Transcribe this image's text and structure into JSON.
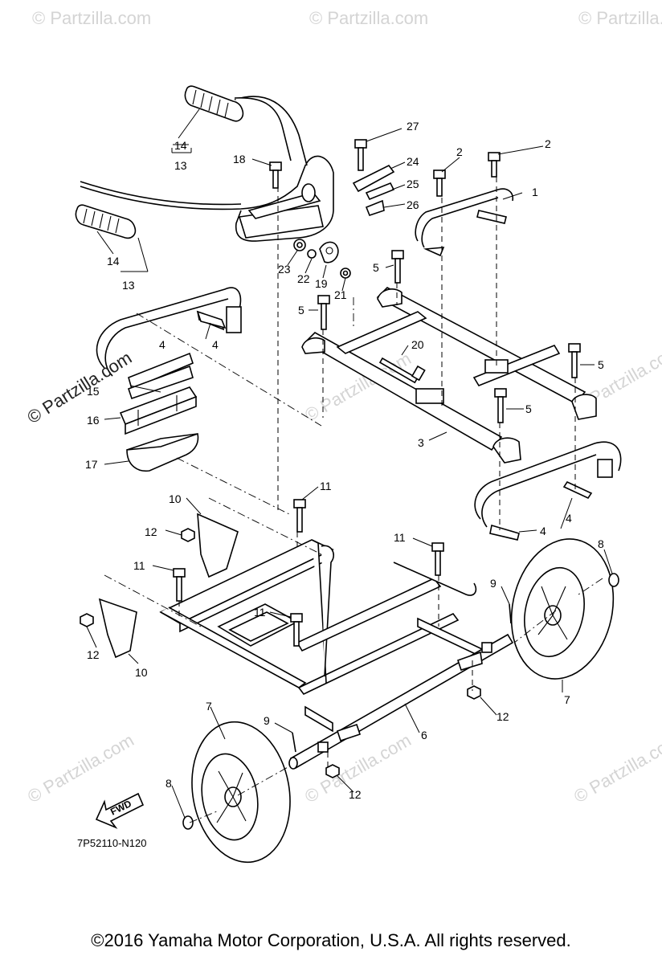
{
  "watermarks": {
    "faint": "© Partzilla.com",
    "overlay": "© Partzilla.com"
  },
  "diagram_code": "7P52110-N120",
  "fwd_label": "FWD",
  "copyright": "©2016  Yamaha Motor Corporation, U.S.A. All rights reserved.",
  "callouts": [
    {
      "id": "c27",
      "text": "27"
    },
    {
      "id": "c2a",
      "text": "2"
    },
    {
      "id": "c2b",
      "text": "2"
    },
    {
      "id": "c1",
      "text": "1"
    },
    {
      "id": "c24",
      "text": "24"
    },
    {
      "id": "c25",
      "text": "25"
    },
    {
      "id": "c26",
      "text": "26"
    },
    {
      "id": "c18",
      "text": "18"
    },
    {
      "id": "c14a",
      "text": "14"
    },
    {
      "id": "c13a",
      "text": "13"
    },
    {
      "id": "c14b",
      "text": "14"
    },
    {
      "id": "c13b",
      "text": "13"
    },
    {
      "id": "c23",
      "text": "23"
    },
    {
      "id": "c22",
      "text": "22"
    },
    {
      "id": "c19",
      "text": "19"
    },
    {
      "id": "c21",
      "text": "21"
    },
    {
      "id": "c5a",
      "text": "5"
    },
    {
      "id": "c5b",
      "text": "5"
    },
    {
      "id": "c5c",
      "text": "5"
    },
    {
      "id": "c5d",
      "text": "5"
    },
    {
      "id": "c4a",
      "text": "4"
    },
    {
      "id": "c4b",
      "text": "4"
    },
    {
      "id": "c4c",
      "text": "4"
    },
    {
      "id": "c4d",
      "text": "4"
    },
    {
      "id": "c20",
      "text": "20"
    },
    {
      "id": "c15",
      "text": "15"
    },
    {
      "id": "c16",
      "text": "16"
    },
    {
      "id": "c17",
      "text": "17"
    },
    {
      "id": "c3",
      "text": "3"
    },
    {
      "id": "c11a",
      "text": "11"
    },
    {
      "id": "c11b",
      "text": "11"
    },
    {
      "id": "c11c",
      "text": "11"
    },
    {
      "id": "c11d",
      "text": "11"
    },
    {
      "id": "c10a",
      "text": "10"
    },
    {
      "id": "c10b",
      "text": "10"
    },
    {
      "id": "c12a",
      "text": "12"
    },
    {
      "id": "c12b",
      "text": "12"
    },
    {
      "id": "c12c",
      "text": "12"
    },
    {
      "id": "c12d",
      "text": "12"
    },
    {
      "id": "c8a",
      "text": "8"
    },
    {
      "id": "c8b",
      "text": "8"
    },
    {
      "id": "c9a",
      "text": "9"
    },
    {
      "id": "c9b",
      "text": "9"
    },
    {
      "id": "c7a",
      "text": "7"
    },
    {
      "id": "c7b",
      "text": "7"
    },
    {
      "id": "c6",
      "text": "6"
    }
  ]
}
